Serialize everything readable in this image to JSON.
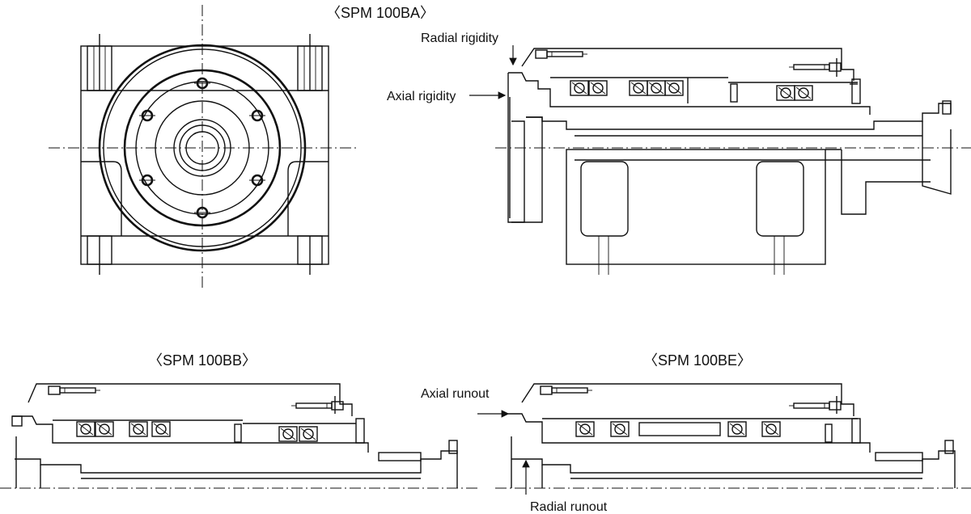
{
  "views": {
    "front": {
      "title": "〈SPM 100BA〉"
    },
    "bb": {
      "title": "〈SPM 100BB〉"
    },
    "be": {
      "title": "〈SPM 100BE〉"
    }
  },
  "annotations": {
    "radial_rigidity": "Radial rigidity",
    "axial_rigidity": "Axial rigidity",
    "axial_runout": "Axial runout",
    "radial_runout": "Radial runout"
  }
}
